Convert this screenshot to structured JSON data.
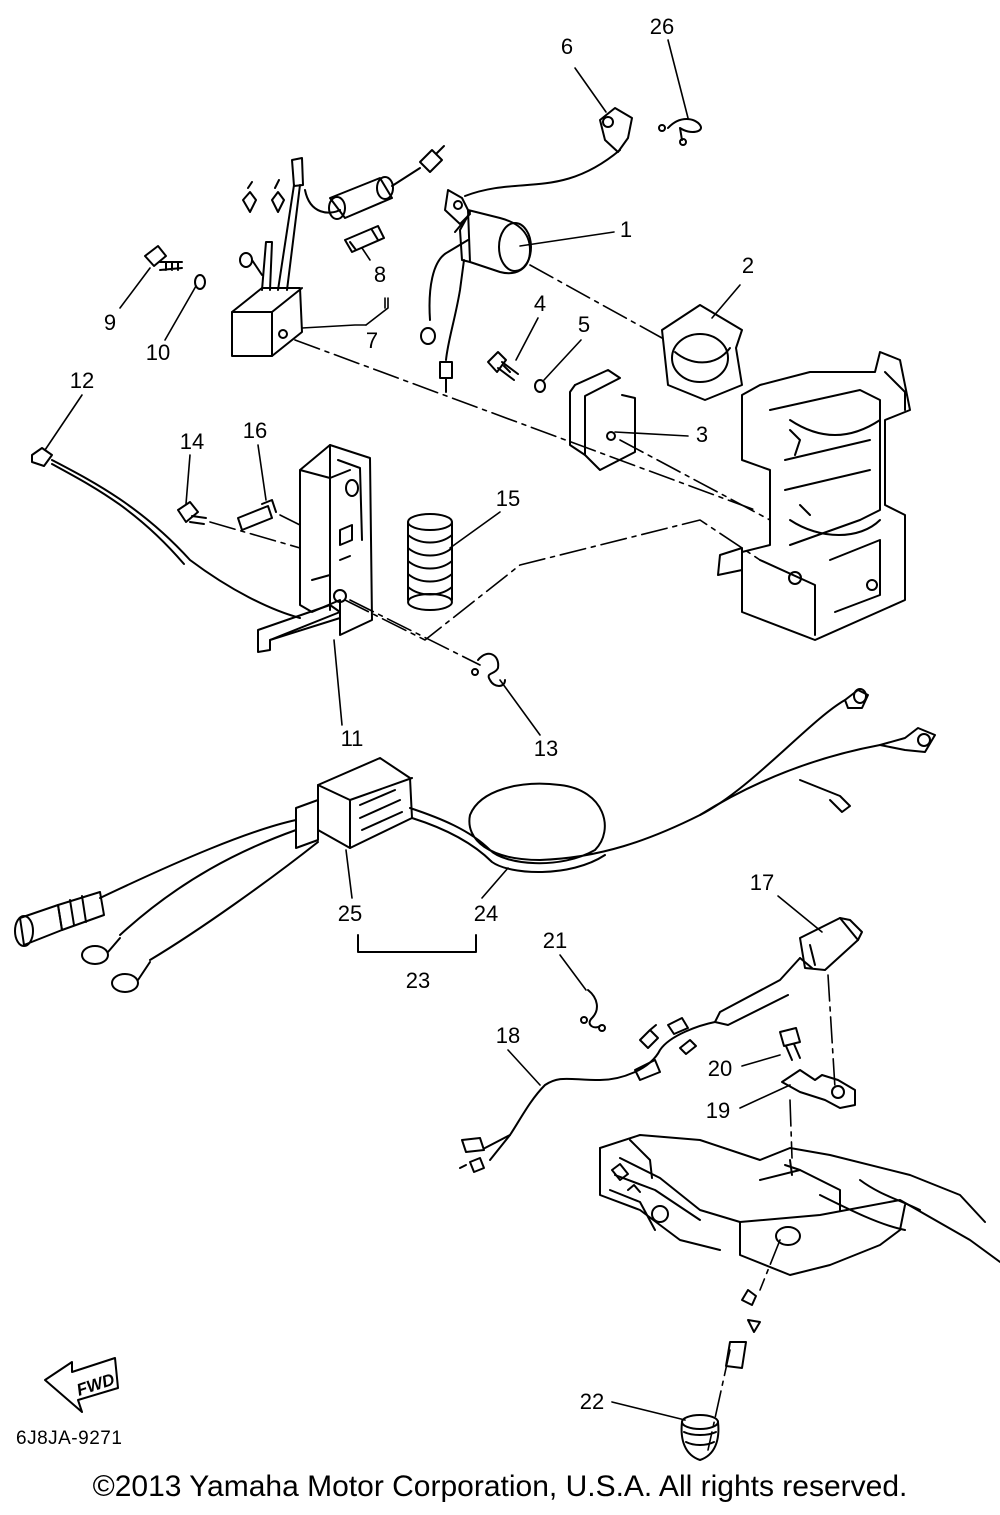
{
  "diagram": {
    "callouts": [
      {
        "id": "1",
        "text": "1"
      },
      {
        "id": "2",
        "text": "2"
      },
      {
        "id": "3",
        "text": "3"
      },
      {
        "id": "4",
        "text": "4"
      },
      {
        "id": "5",
        "text": "5"
      },
      {
        "id": "6",
        "text": "6"
      },
      {
        "id": "7",
        "text": "7"
      },
      {
        "id": "8",
        "text": "8"
      },
      {
        "id": "9",
        "text": "9"
      },
      {
        "id": "10",
        "text": "10"
      },
      {
        "id": "11",
        "text": "11"
      },
      {
        "id": "12",
        "text": "12"
      },
      {
        "id": "13",
        "text": "13"
      },
      {
        "id": "14",
        "text": "14"
      },
      {
        "id": "15",
        "text": "15"
      },
      {
        "id": "16",
        "text": "16"
      },
      {
        "id": "17",
        "text": "17"
      },
      {
        "id": "18",
        "text": "18"
      },
      {
        "id": "19",
        "text": "19"
      },
      {
        "id": "20",
        "text": "20"
      },
      {
        "id": "21",
        "text": "21"
      },
      {
        "id": "22",
        "text": "22"
      },
      {
        "id": "23",
        "text": "23"
      },
      {
        "id": "24",
        "text": "24"
      },
      {
        "id": "25",
        "text": "25"
      },
      {
        "id": "26",
        "text": "26"
      }
    ],
    "direction_label": "FWD",
    "diagram_code": "6J8JA-9271",
    "copyright": "©2013 Yamaha Motor Corporation, U.S.A. All rights reserved.",
    "line_color": "#000000",
    "background_color": "#ffffff"
  }
}
